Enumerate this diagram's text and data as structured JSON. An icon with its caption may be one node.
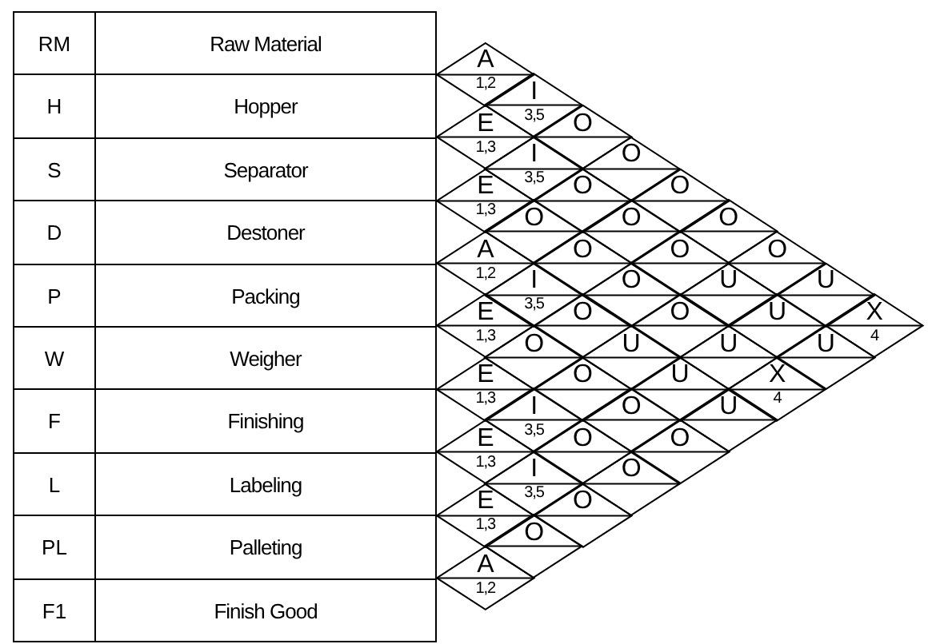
{
  "diagram": {
    "nodes": [
      {
        "text": [
          "RM",
          "Raw Material"
        ]
      },
      {
        "text": [
          "H",
          "Hopper"
        ]
      },
      {
        "text": [
          "S",
          "Separator"
        ]
      },
      {
        "text": [
          "D",
          "Destoner"
        ]
      },
      {
        "text": [
          "P",
          "Packing"
        ]
      },
      {
        "text": [
          "W",
          "Weigher"
        ]
      },
      {
        "text": [
          "F",
          "Finishing"
        ]
      },
      {
        "text": [
          "L",
          "Labeling"
        ]
      },
      {
        "text": [
          "PL",
          "Palleting"
        ]
      },
      {
        "text": [
          "F1",
          "Finish Good"
        ]
      },
      {
        "text": [
          "A",
          "1,2"
        ]
      },
      {
        "text": [
          "I",
          "3,5"
        ]
      },
      {
        "text": [
          "O"
        ]
      },
      {
        "text": [
          "O"
        ]
      },
      {
        "text": [
          "O"
        ]
      },
      {
        "text": [
          "O"
        ]
      },
      {
        "text": [
          "O"
        ]
      },
      {
        "text": [
          "U"
        ]
      },
      {
        "text": [
          "X",
          "4"
        ]
      },
      {
        "text": [
          "E",
          "1,3"
        ]
      },
      {
        "text": [
          "I",
          "3,5"
        ]
      },
      {
        "text": [
          "O"
        ]
      },
      {
        "text": [
          "O"
        ]
      },
      {
        "text": [
          "O"
        ]
      },
      {
        "text": [
          "U"
        ]
      },
      {
        "text": [
          "U"
        ]
      },
      {
        "text": [
          "U"
        ]
      },
      {
        "text": [
          "E",
          "1,3"
        ]
      },
      {
        "text": [
          "O"
        ]
      },
      {
        "text": [
          "O"
        ]
      },
      {
        "text": [
          "O"
        ]
      },
      {
        "text": [
          "O"
        ]
      },
      {
        "text": [
          "U"
        ]
      },
      {
        "text": [
          "X",
          "4"
        ]
      },
      {
        "text": [
          "A",
          "1,2"
        ]
      },
      {
        "text": [
          "I",
          "3,5"
        ]
      },
      {
        "text": [
          "O"
        ]
      },
      {
        "text": [
          "U"
        ]
      },
      {
        "text": [
          "U"
        ]
      },
      {
        "text": [
          "U"
        ]
      },
      {
        "text": [
          "E",
          "1,3"
        ]
      },
      {
        "text": [
          "O"
        ]
      },
      {
        "text": [
          "O"
        ]
      },
      {
        "text": [
          "O"
        ]
      },
      {
        "text": [
          "O"
        ]
      },
      {
        "text": [
          "E",
          "1,3"
        ]
      },
      {
        "text": [
          "I",
          "3,5"
        ]
      },
      {
        "text": [
          "O"
        ]
      },
      {
        "text": [
          "O"
        ]
      },
      {
        "text": [
          "E",
          "1,3"
        ]
      },
      {
        "text": [
          "I",
          "3,5"
        ]
      },
      {
        "text": [
          "O"
        ]
      },
      {
        "text": [
          "E",
          "1,3"
        ]
      },
      {
        "text": [
          "O"
        ]
      },
      {
        "text": [
          "A",
          "1,2"
        ]
      }
    ]
  }
}
